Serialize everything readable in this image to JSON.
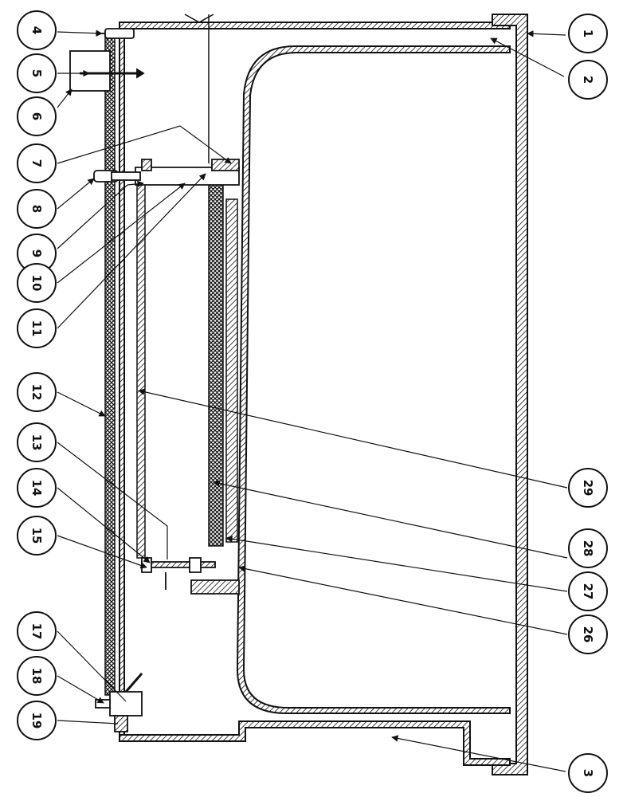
{
  "colors": {
    "ink": "#111111",
    "paper": "#ffffff"
  },
  "callouts": [
    {
      "id": "c1",
      "label": "1"
    },
    {
      "id": "c2",
      "label": "2"
    },
    {
      "id": "c3",
      "label": "3"
    },
    {
      "id": "c4",
      "label": "4"
    },
    {
      "id": "c5",
      "label": "5"
    },
    {
      "id": "c6",
      "label": "6"
    },
    {
      "id": "c7",
      "label": "7"
    },
    {
      "id": "c8",
      "label": "8"
    },
    {
      "id": "c9",
      "label": "9"
    },
    {
      "id": "c10",
      "label": "10"
    },
    {
      "id": "c11",
      "label": "11"
    },
    {
      "id": "c12",
      "label": "12"
    },
    {
      "id": "c13",
      "label": "13"
    },
    {
      "id": "c14",
      "label": "14"
    },
    {
      "id": "c15",
      "label": "15"
    },
    {
      "id": "c17",
      "label": "17"
    },
    {
      "id": "c18",
      "label": "18"
    },
    {
      "id": "c19",
      "label": "19"
    },
    {
      "id": "c26",
      "label": "26"
    },
    {
      "id": "c27",
      "label": "27"
    },
    {
      "id": "c28",
      "label": "28"
    },
    {
      "id": "c29",
      "label": "29"
    }
  ]
}
